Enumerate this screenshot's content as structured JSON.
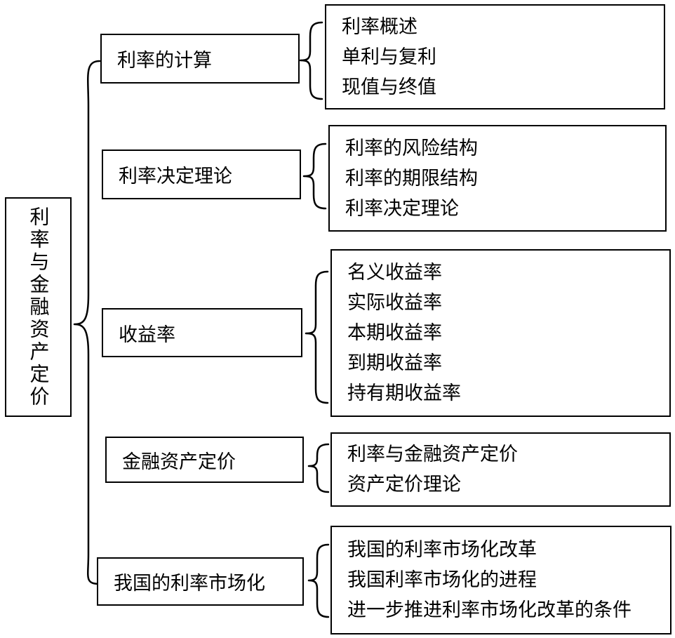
{
  "root": {
    "label": "利率与金融资产定价"
  },
  "sections": [
    {
      "title": "利率的计算",
      "items": [
        "利率概述",
        "单利与复利",
        "现值与终值"
      ]
    },
    {
      "title": "利率决定理论",
      "items": [
        "利率的风险结构",
        "利率的期限结构",
        "利率决定理论"
      ]
    },
    {
      "title": "收益率",
      "items": [
        "名义收益率",
        "实际收益率",
        "本期收益率",
        "到期收益率",
        "持有期收益率"
      ]
    },
    {
      "title": "金融资产定价",
      "items": [
        "利率与金融资产定价",
        "资产定价理论"
      ]
    },
    {
      "title": "我国的利率市场化",
      "items": [
        "我国的利率市场化改革",
        "我国利率市场化的进程",
        "进一步推进利率市场化改革的条件"
      ]
    }
  ]
}
